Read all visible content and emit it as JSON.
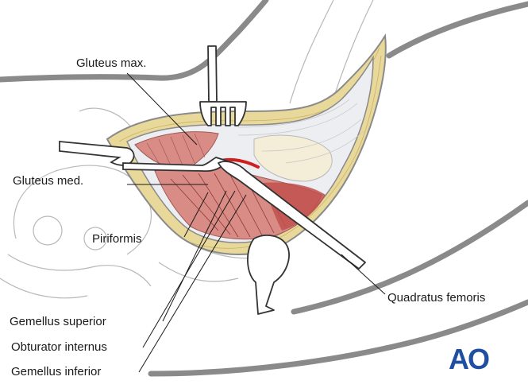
{
  "labels": {
    "gluteus_max": "Gluteus max.",
    "gluteus_med": "Gluteus med.",
    "piriformis": "Piriformis",
    "quadratus_femoris": "Quadratus femoris",
    "gemellus_superior": "Gemellus superior",
    "obturator_internus": "Obturator internus",
    "gemellus_inferior": "Gemellus inferior"
  },
  "logo": "AO",
  "colors": {
    "outline": "#8a8a8a",
    "fat": "#e8d89a",
    "muscle": "#d98b86",
    "muscle_dark": "#c0504d",
    "logo": "#1f4fa3"
  }
}
